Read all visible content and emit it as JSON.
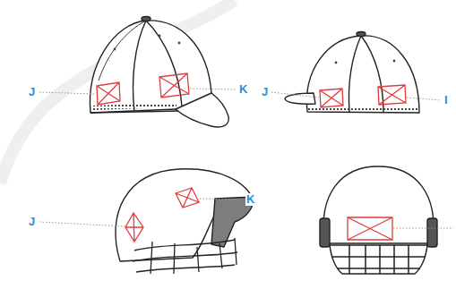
{
  "diagram": {
    "labels": [
      "J",
      "K",
      "J",
      "I",
      "K",
      "J"
    ]
  }
}
